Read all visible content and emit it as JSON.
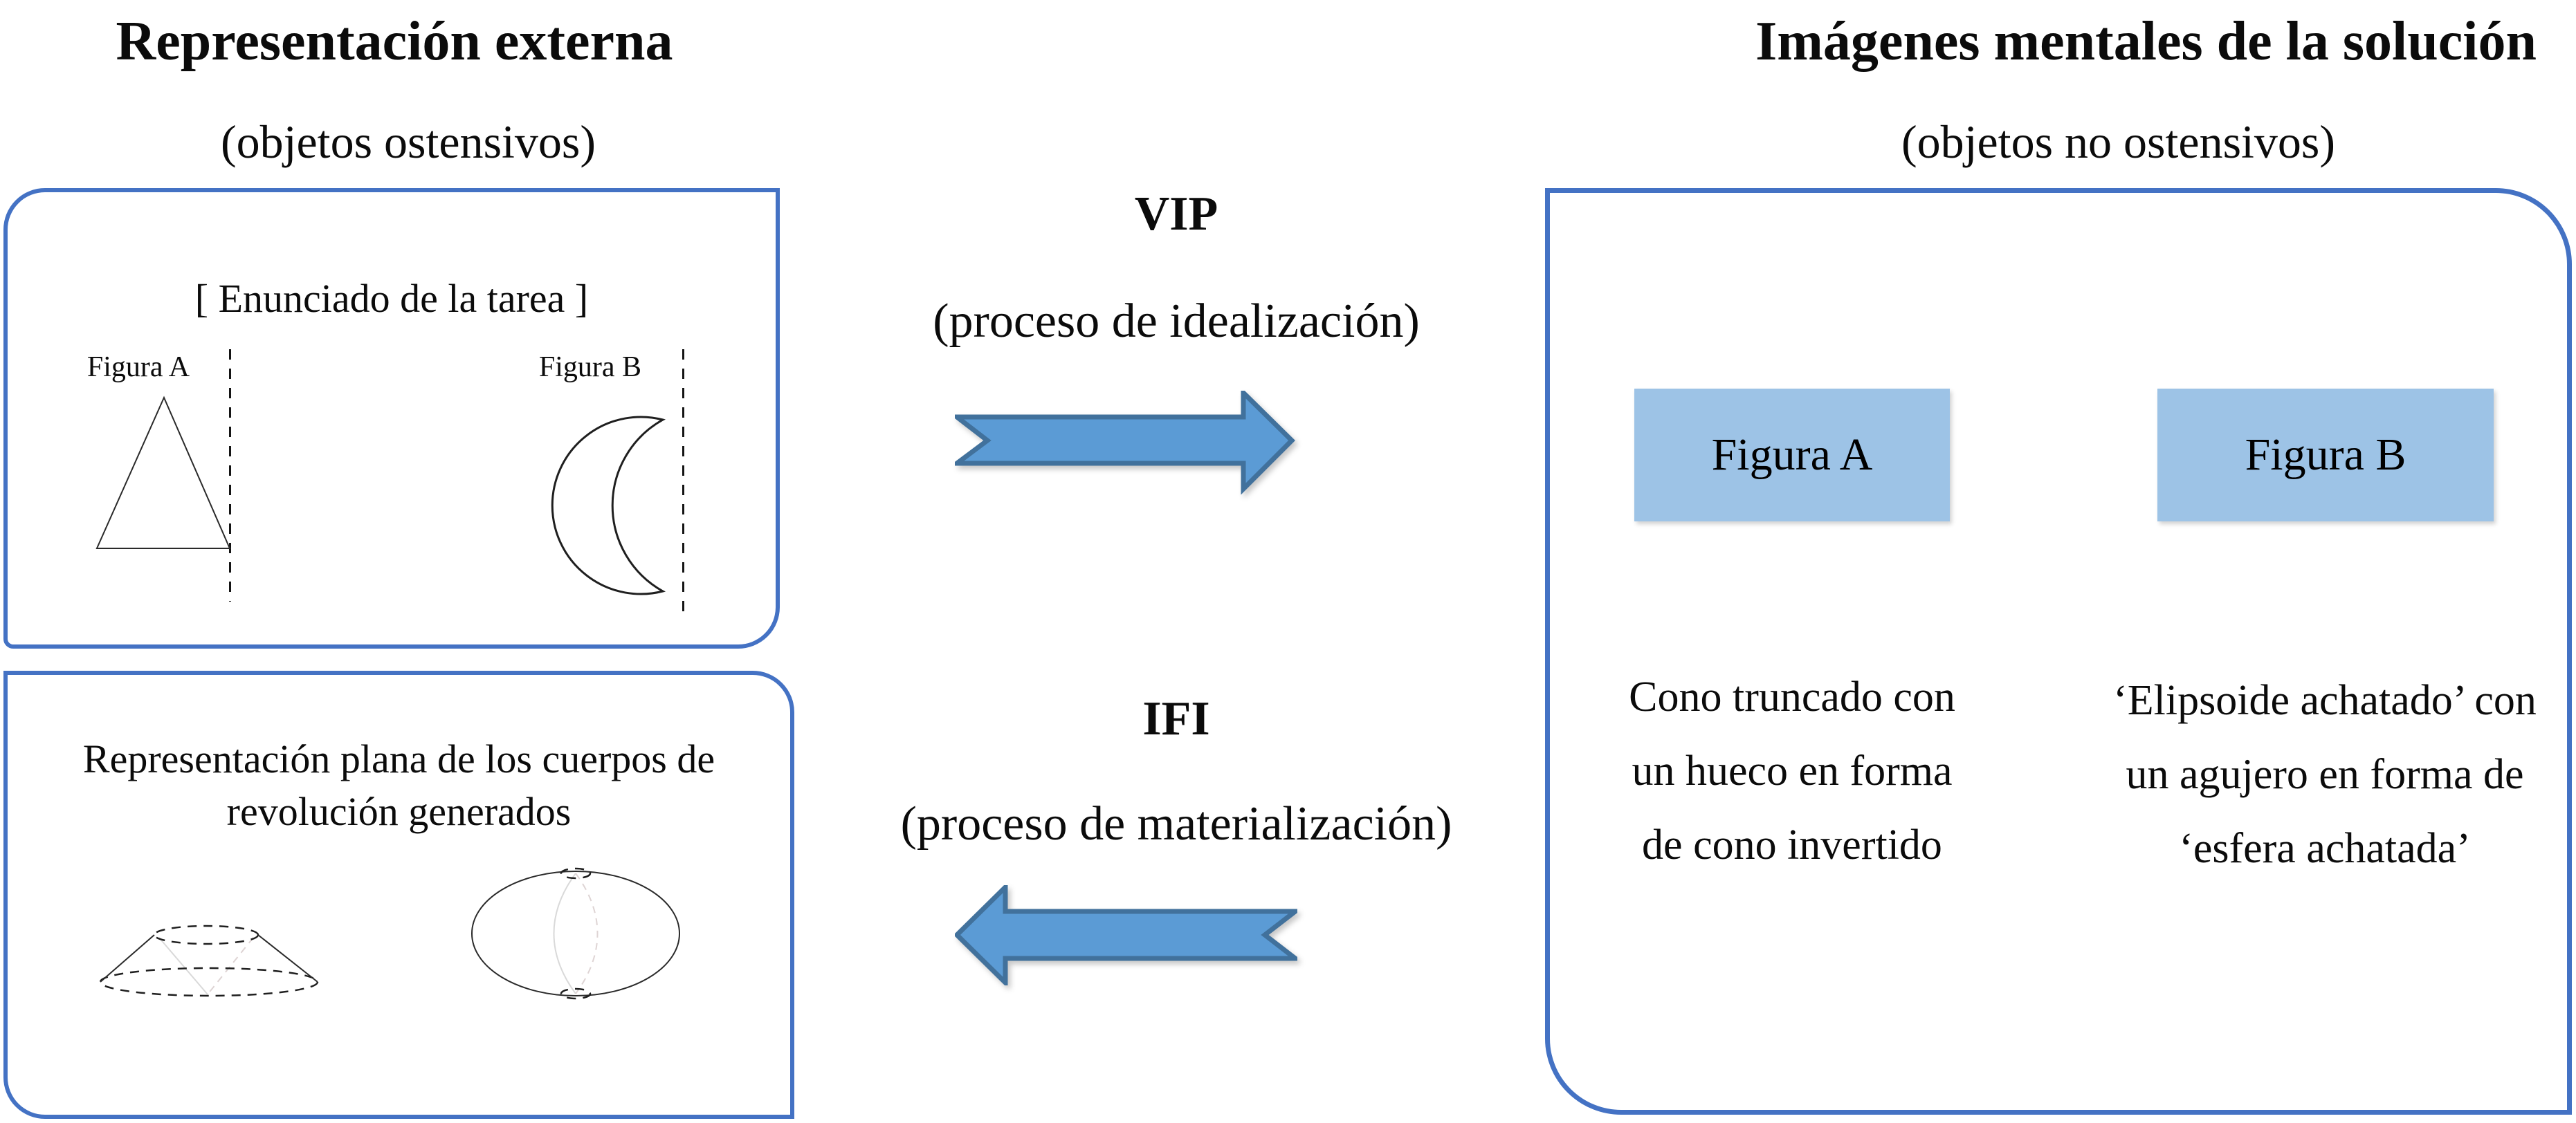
{
  "header_left": {
    "title": "Representación externa",
    "subtitle": "(objetos ostensivos)"
  },
  "header_right": {
    "title": "Imágenes mentales de la solución",
    "subtitle": "(objetos no ostensivos)"
  },
  "task_box": {
    "title": "[ Enunciado de la tarea ]",
    "figure_a_label": "Figura A",
    "figure_b_label": "Figura B"
  },
  "plane_box": {
    "title_line1": "Representación plana de los cuerpos de",
    "title_line2": "revolución generados"
  },
  "processes": {
    "idealization": {
      "acronym": "VIP",
      "description": "(proceso de idealización)",
      "arrow_direction": "right"
    },
    "materialization": {
      "acronym": "IFI",
      "description": "(proceso de materialización)",
      "arrow_direction": "left"
    }
  },
  "solution_box": {
    "figure_a": {
      "label": "Figura A",
      "description_lines": [
        "Cono truncado con",
        "un hueco en forma",
        "de cono invertido"
      ]
    },
    "figure_b": {
      "label": "Figura B",
      "description_lines": [
        "‘Elipsoide achatado’ con",
        "un agujero en forma de",
        "‘esfera achatada’"
      ]
    }
  },
  "colors": {
    "box_border": "#4472C4",
    "arrow_fill": "#5B9BD5",
    "arrow_stroke": "#41719C",
    "figure_fill": "#9DC3E6"
  }
}
